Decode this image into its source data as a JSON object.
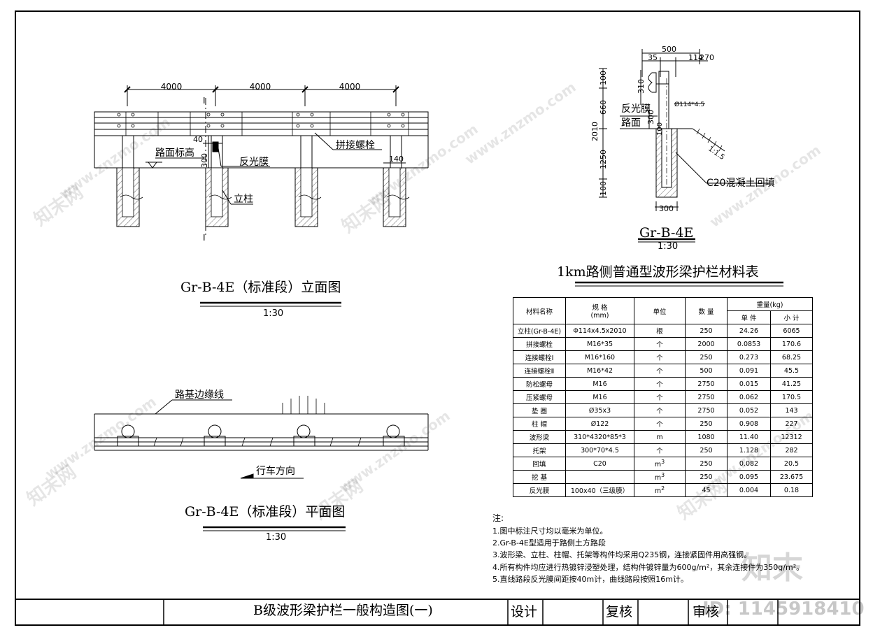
{
  "elevation": {
    "spans": [
      "4000",
      "4000",
      "4000"
    ],
    "section_mark": "I",
    "dim_40": "40",
    "dim_300": "300",
    "dim_140": "140",
    "label_road_elev": "路面标高",
    "label_splice_bolt": "拼接螺栓",
    "label_reflective": "反光膜",
    "label_post": "立柱",
    "title": "Gr-B-4E（标准段）立面图",
    "scale": "1:30"
  },
  "section": {
    "dims_top": [
      "500",
      "35",
      "114",
      "270"
    ],
    "dims_left": [
      "100",
      "310",
      "660",
      "2010",
      "300",
      "1250",
      "100",
      "100"
    ],
    "dim_bottom": "300",
    "label_reflective": "反光膜",
    "label_road": "路面",
    "label_pipe": "Ø114*4.5",
    "label_slope": "1:1.5",
    "label_concrete": "C20混凝土回填",
    "title": "Gr-B-4E",
    "scale": "1:30"
  },
  "plan": {
    "label_edge": "路基边缘线",
    "label_direction": "行车方向",
    "title": "Gr-B-4E（标准段）平面图",
    "scale": "1:30"
  },
  "table": {
    "title": "1km路侧普通型波形梁护栏材料表",
    "headers": {
      "name": "材料名称",
      "spec": "规 格",
      "spec_unit": "(mm)",
      "unit": "单位",
      "qty": "数 量",
      "weight": "重量(kg)",
      "each": "单 件",
      "subtotal": "小 计"
    },
    "rows": [
      {
        "name": "立柱(Gr-B-4E)",
        "spec": "Φ114x4.5x2010",
        "unit": "根",
        "sup": "",
        "qty": "250",
        "each": "24.26",
        "sub": "6065"
      },
      {
        "name": "拼接螺栓",
        "spec": "M16*35",
        "unit": "个",
        "sup": "",
        "qty": "2000",
        "each": "0.0853",
        "sub": "170.6"
      },
      {
        "name": "连接螺栓Ⅰ",
        "spec": "M16*160",
        "unit": "个",
        "sup": "",
        "qty": "250",
        "each": "0.273",
        "sub": "68.25"
      },
      {
        "name": "连接螺栓Ⅱ",
        "spec": "M16*42",
        "unit": "个",
        "sup": "",
        "qty": "500",
        "each": "0.091",
        "sub": "45.5"
      },
      {
        "name": "防松螺母",
        "spec": "M16",
        "unit": "个",
        "sup": "",
        "qty": "2750",
        "each": "0.015",
        "sub": "41.25"
      },
      {
        "name": "压紧螺母",
        "spec": "M16",
        "unit": "个",
        "sup": "",
        "qty": "2750",
        "each": "0.062",
        "sub": "170.5"
      },
      {
        "name": "垫 圈",
        "spec": "Ø35x3",
        "unit": "个",
        "sup": "",
        "qty": "2750",
        "each": "0.052",
        "sub": "143"
      },
      {
        "name": "柱 帽",
        "spec": "Ø122",
        "unit": "个",
        "sup": "",
        "qty": "250",
        "each": "0.908",
        "sub": "227"
      },
      {
        "name": "波形梁",
        "spec": "310*4320*85*3",
        "unit": "m",
        "sup": "",
        "qty": "1080",
        "each": "11.40",
        "sub": "12312"
      },
      {
        "name": "托架",
        "spec": "300*70*4.5",
        "unit": "个",
        "sup": "",
        "qty": "250",
        "each": "1.128",
        "sub": "282"
      },
      {
        "name": "回填",
        "spec": "C20",
        "unit": "m",
        "sup": "3",
        "qty": "250",
        "each": "0.082",
        "sub": "20.5"
      },
      {
        "name": "挖 基",
        "spec": "",
        "unit": "m",
        "sup": "3",
        "qty": "250",
        "each": "0.095",
        "sub": "23.675"
      },
      {
        "name": "反光膜",
        "spec": "100x40（三级膜）",
        "unit": "m",
        "sup": "2",
        "qty": "45",
        "each": "0.004",
        "sub": "0.18"
      }
    ]
  },
  "notes": {
    "heading": "注:",
    "items": [
      "1.图中标注尺寸均以毫米为单位。",
      "2.Gr-B-4E型适用于路侧土方路段",
      "3.波形梁、立柱、柱帽、托架等构件均采用Q235钢，连接紧固件用高强钢。",
      "4.所有构件均应进行热镀锌浸塑处理，结构件镀锌量为600g/m²，其余连接件为350g/m²。",
      "5.直线路段反光膜间距按40m计，曲线路段按照16m计。"
    ]
  },
  "titleblock": {
    "drawing_title": "B级波形梁护栏一般构造图(一)",
    "design": "设计",
    "review": "复核",
    "audit": "审核"
  },
  "watermark": {
    "site": "www.znzmo.com",
    "brand": "知末网",
    "logo": "知末",
    "id": "ID: 1145918410"
  }
}
